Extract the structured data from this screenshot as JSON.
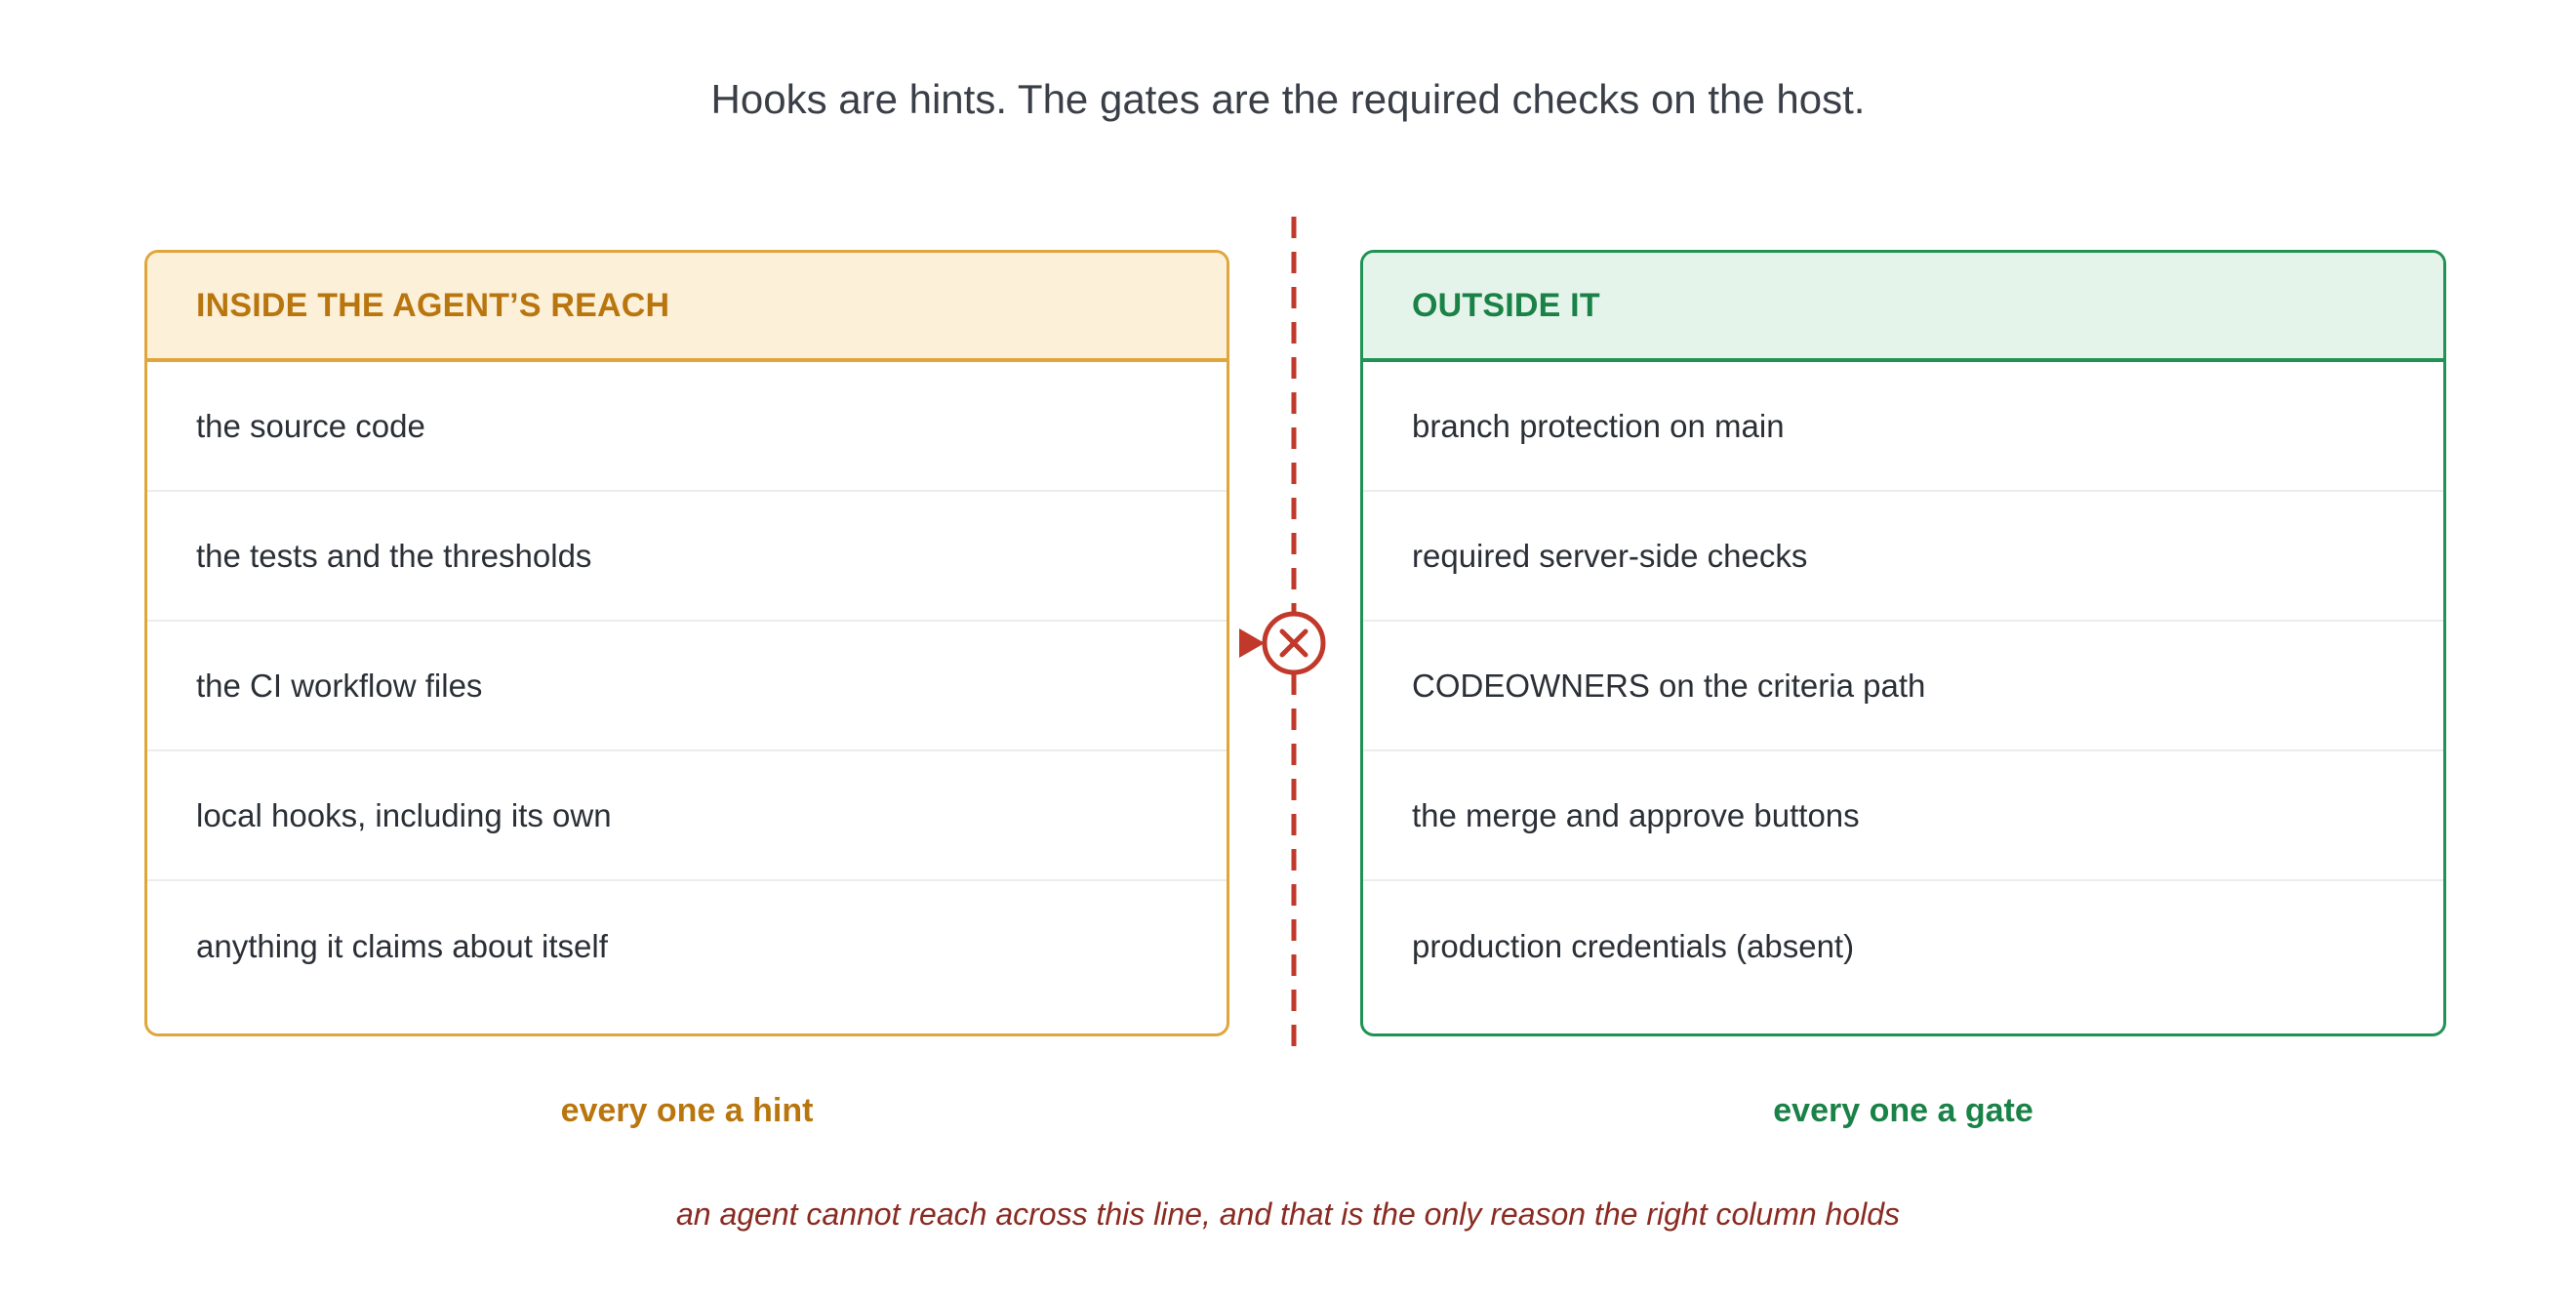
{
  "title": "Hooks are hints. The gates are the required checks on the host.",
  "left_panel": {
    "header": "INSIDE THE AGENT’S REACH",
    "items": [
      "the source code",
      "the tests and the thresholds",
      "the CI workflow files",
      "local hooks, including its own",
      "anything it claims about itself"
    ],
    "footer": "every one a hint",
    "accent_color": "#dfa63c",
    "text_color": "#b9760e"
  },
  "right_panel": {
    "header": "OUTSIDE IT",
    "items": [
      "branch protection on main",
      "required server-side checks",
      "CODEOWNERS on the criteria path",
      "the merge and approve buttons",
      "production credentials (absent)"
    ],
    "footer": "every one a gate",
    "accent_color": "#1f9254",
    "text_color": "#1a8247"
  },
  "divider": {
    "color": "#c0392b",
    "icon": "blocked-x-icon",
    "arrow_icon": "arrow-right-icon"
  },
  "caption": "an agent cannot reach across this line, and that is the only reason the right column holds"
}
